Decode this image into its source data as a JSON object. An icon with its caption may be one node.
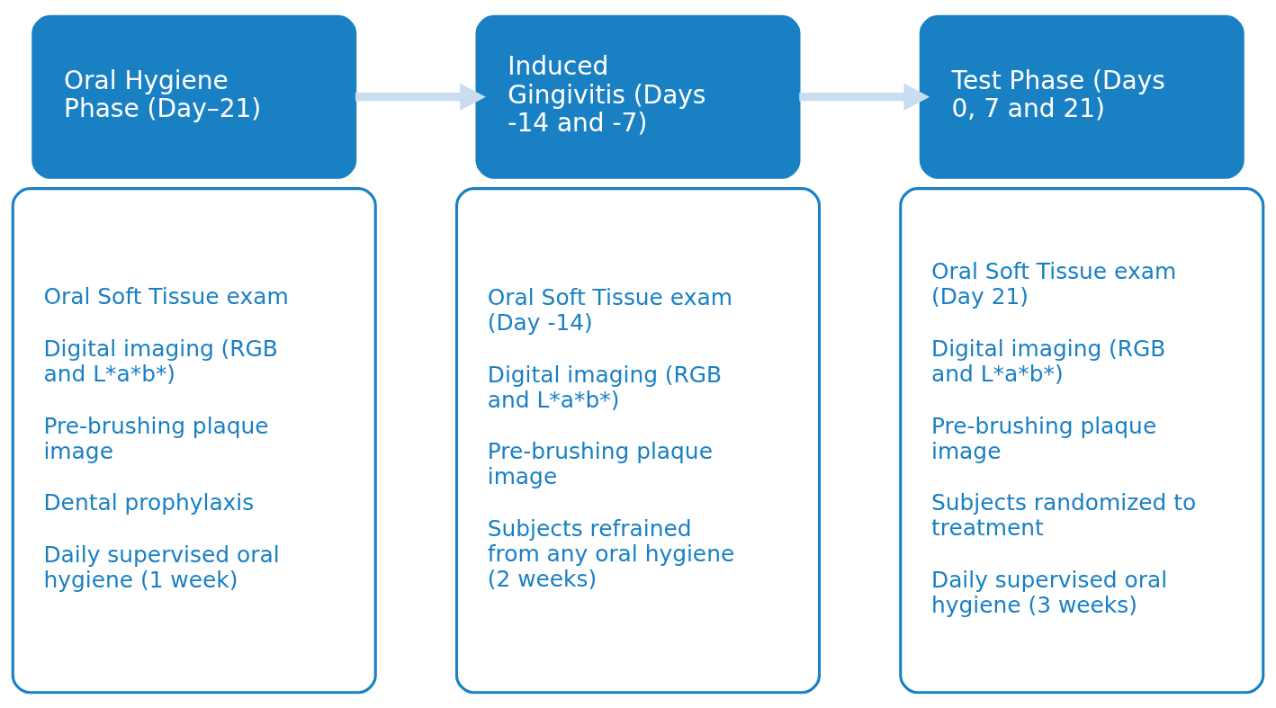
{
  "diagram": {
    "nodes": [
      {
        "text": [
          "Oral Hygiene Phase (Day–21)"
        ]
      },
      {
        "text": [
          "Oral Soft Tissue exam",
          "Digital imaging (RGB and L*a*b*)",
          "Pre-brushing plaque image",
          "Dental prophylaxis",
          "Daily supervised oral hygiene (1 week)"
        ]
      },
      {
        "text": [
          "Induced Gingivitis (Days -14 and -7)"
        ]
      },
      {
        "text": [
          "Oral Soft Tissue exam (Day -14)",
          "Digital imaging (RGB and L*a*b*)",
          "Pre-brushing plaque image",
          "Subjects refrained from any oral hygiene (2 weeks)"
        ]
      },
      {
        "text": [
          "Test Phase (Days 0, 7 and 21)"
        ]
      },
      {
        "text": [
          "Oral Soft Tissue exam (Day 21)",
          "Digital imaging (RGB and L*a*b*)",
          "Pre-brushing plaque image",
          "Subjects randomized to treatment",
          "Daily supervised oral hygiene (3 weeks)"
        ]
      }
    ],
    "edges": [
      {
        "from": 0,
        "to": 2,
        "arrow": "to"
      },
      {
        "from": 2,
        "to": 4,
        "arrow": "to"
      }
    ]
  }
}
